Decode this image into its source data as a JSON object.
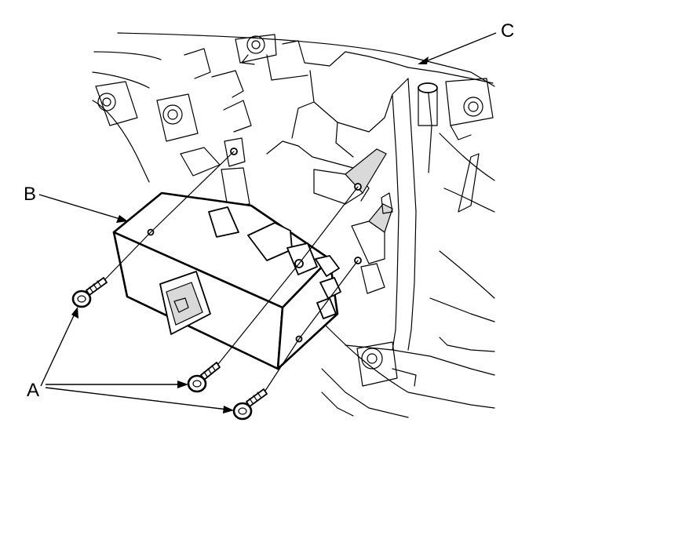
{
  "callouts": {
    "a": "A",
    "b": "B",
    "c": "C"
  },
  "parts": [
    {
      "label": "A",
      "icon": "screw-icon"
    },
    {
      "label": "B",
      "icon": "control-unit-icon"
    },
    {
      "label": "C",
      "icon": "bracket-frame-icon"
    }
  ]
}
